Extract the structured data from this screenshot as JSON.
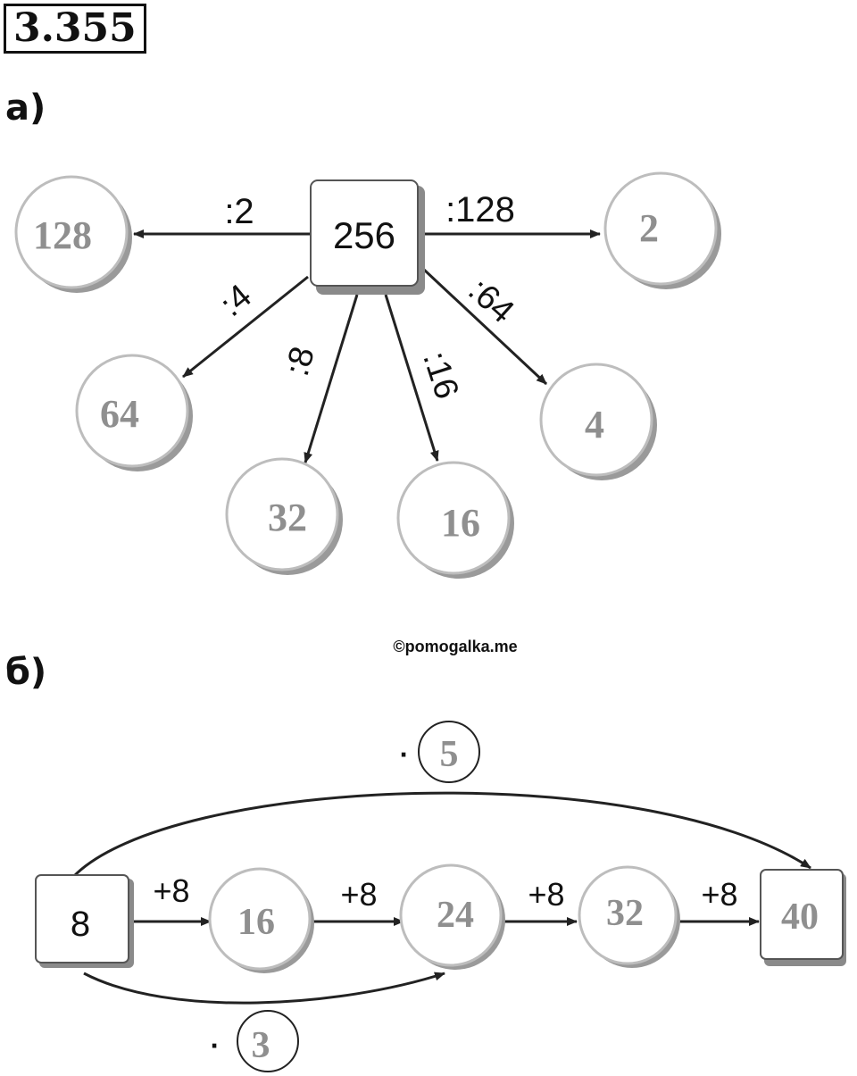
{
  "problem_number": "3.355",
  "watermark": "©pomogalka.me",
  "part_a": {
    "label": "а)",
    "center": "256",
    "branches": [
      {
        "op": ":2",
        "result": "128"
      },
      {
        "op": ":128",
        "result": "2"
      },
      {
        "op": ":4",
        "result": "64"
      },
      {
        "op": ":8",
        "result": "32"
      },
      {
        "op": ":16",
        "result": "16"
      },
      {
        "op": ":64",
        "result": "4"
      }
    ]
  },
  "part_b": {
    "label": "б)",
    "start": "8",
    "chain": [
      {
        "op": "+8",
        "result": "16"
      },
      {
        "op": "+8",
        "result": "24"
      },
      {
        "op": "+8",
        "result": "32"
      },
      {
        "op": "+8",
        "result": "40"
      }
    ],
    "top_arc": {
      "dot": "·",
      "multiplier": "5"
    },
    "bottom_arc": {
      "dot": "·",
      "multiplier": "3"
    }
  },
  "colors": {
    "stroke": "#222222",
    "answer_text": "#8f8f8f",
    "node_shadow": "#8a8a8a",
    "node_fill": "#ffffff"
  }
}
